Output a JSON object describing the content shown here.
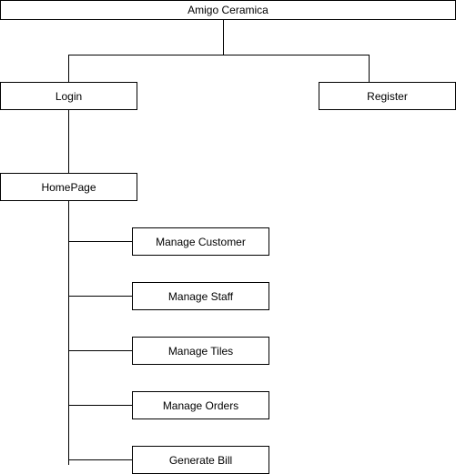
{
  "diagram": {
    "root": {
      "label": "Amigo Ceramica"
    },
    "level1": [
      {
        "label": "Login"
      },
      {
        "label": "Register"
      }
    ],
    "home": {
      "label": "HomePage"
    },
    "children": [
      {
        "label": "Manage Customer"
      },
      {
        "label": "Manage Staff"
      },
      {
        "label": "Manage Tiles"
      },
      {
        "label": "Manage Orders"
      },
      {
        "label": "Generate Bill"
      }
    ]
  }
}
